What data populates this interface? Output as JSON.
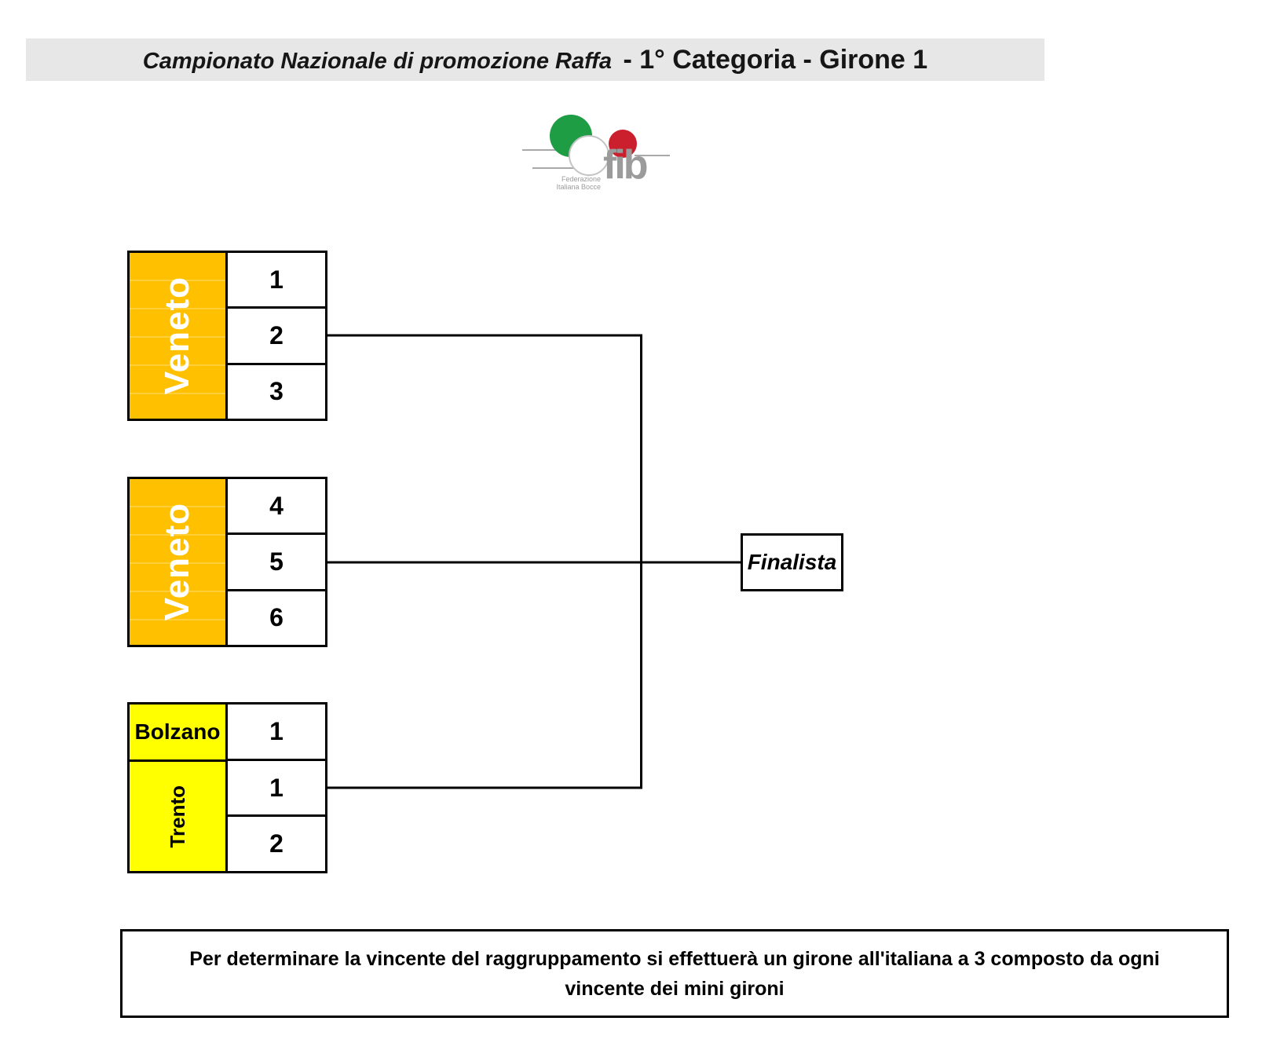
{
  "title": {
    "part1": "Campionato Nazionale di promozione Raffa",
    "part2": "- 1° Categoria - Girone 1"
  },
  "logo": {
    "acronym": "fib",
    "org_line1": "Federazione",
    "org_line2": "Italiana Bocce",
    "colors": {
      "green": "#1f9d44",
      "red": "#cc1f2d",
      "gray": "#9b9b9b"
    }
  },
  "bracket": {
    "groups": [
      {
        "label": "Veneto",
        "color": "#FFC000",
        "entries": [
          "1",
          "2",
          "3"
        ]
      },
      {
        "label": "Veneto",
        "color": "#FFC000",
        "entries": [
          "4",
          "5",
          "6"
        ]
      },
      {
        "color": "#FFFF00",
        "labels": [
          {
            "name": "Bolzano"
          },
          {
            "name": "Trento"
          }
        ],
        "entries": [
          "1",
          "1",
          "2"
        ]
      }
    ],
    "final": {
      "label": "Finalista"
    }
  },
  "note": "Per determinare la vincente del raggruppamento si effettuerà un girone all'italiana a 3 composto da ogni vincente dei mini gironi",
  "colors": {
    "title_bar_bg": "#e7e7e7",
    "group_orange": "#FFC000",
    "group_yellow": "#FFFF00",
    "border": "#000000"
  }
}
